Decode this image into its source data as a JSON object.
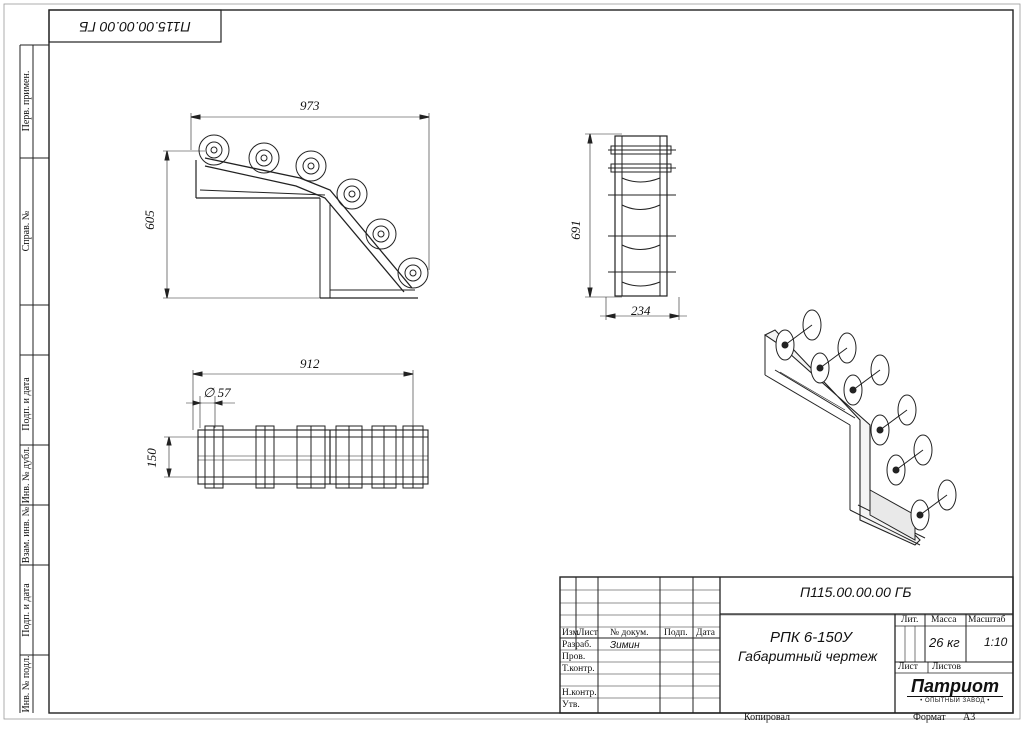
{
  "stamp_code_mirrored": "П115.00.00.00 ГБ",
  "side_labels": {
    "perv_primen": "Перв. примен.",
    "sprav_no": "Справ. №",
    "podp_i_data_1": "Подп. и дата",
    "inv_dubl": "Инв. № дубл.",
    "vzam_inv": "Взам. инв. №",
    "podp_i_data_2": "Подп. и дата",
    "inv_podl": "Инв. № подл."
  },
  "dimensions": {
    "side_width": "973",
    "side_height": "605",
    "front_height": "691",
    "front_width": "234",
    "top_length": "912",
    "top_diameter": "∅ 57",
    "top_width": "150"
  },
  "title_block": {
    "code": "П115.00.00.00 ГБ",
    "product": "РПК 6-150У",
    "doc_title": "Габаритный чертеж",
    "header_izm": "Изм",
    "header_list": "Лист",
    "header_dokum": "№ докум.",
    "header_podp": "Подп.",
    "header_data": "Дата",
    "razrab": "Разраб.",
    "razrab_name": "Зимин",
    "prov": "Пров.",
    "t_kontr": "Т.контр.",
    "n_kontr": "Н.контр.",
    "utv": "Утв.",
    "lit": "Лит.",
    "massa": "Масса",
    "masshtab": "Масштаб",
    "mass_value": "26 кг",
    "scale_value": "1:10",
    "list_label": "Лист",
    "listov_label": "Листов",
    "company": "Патриот",
    "company_sub": "• ОПЫТНЫЙ ЗАВОД •"
  },
  "footer": {
    "kopiroval": "Копировал",
    "format": "Формат",
    "format_value": "А3"
  }
}
